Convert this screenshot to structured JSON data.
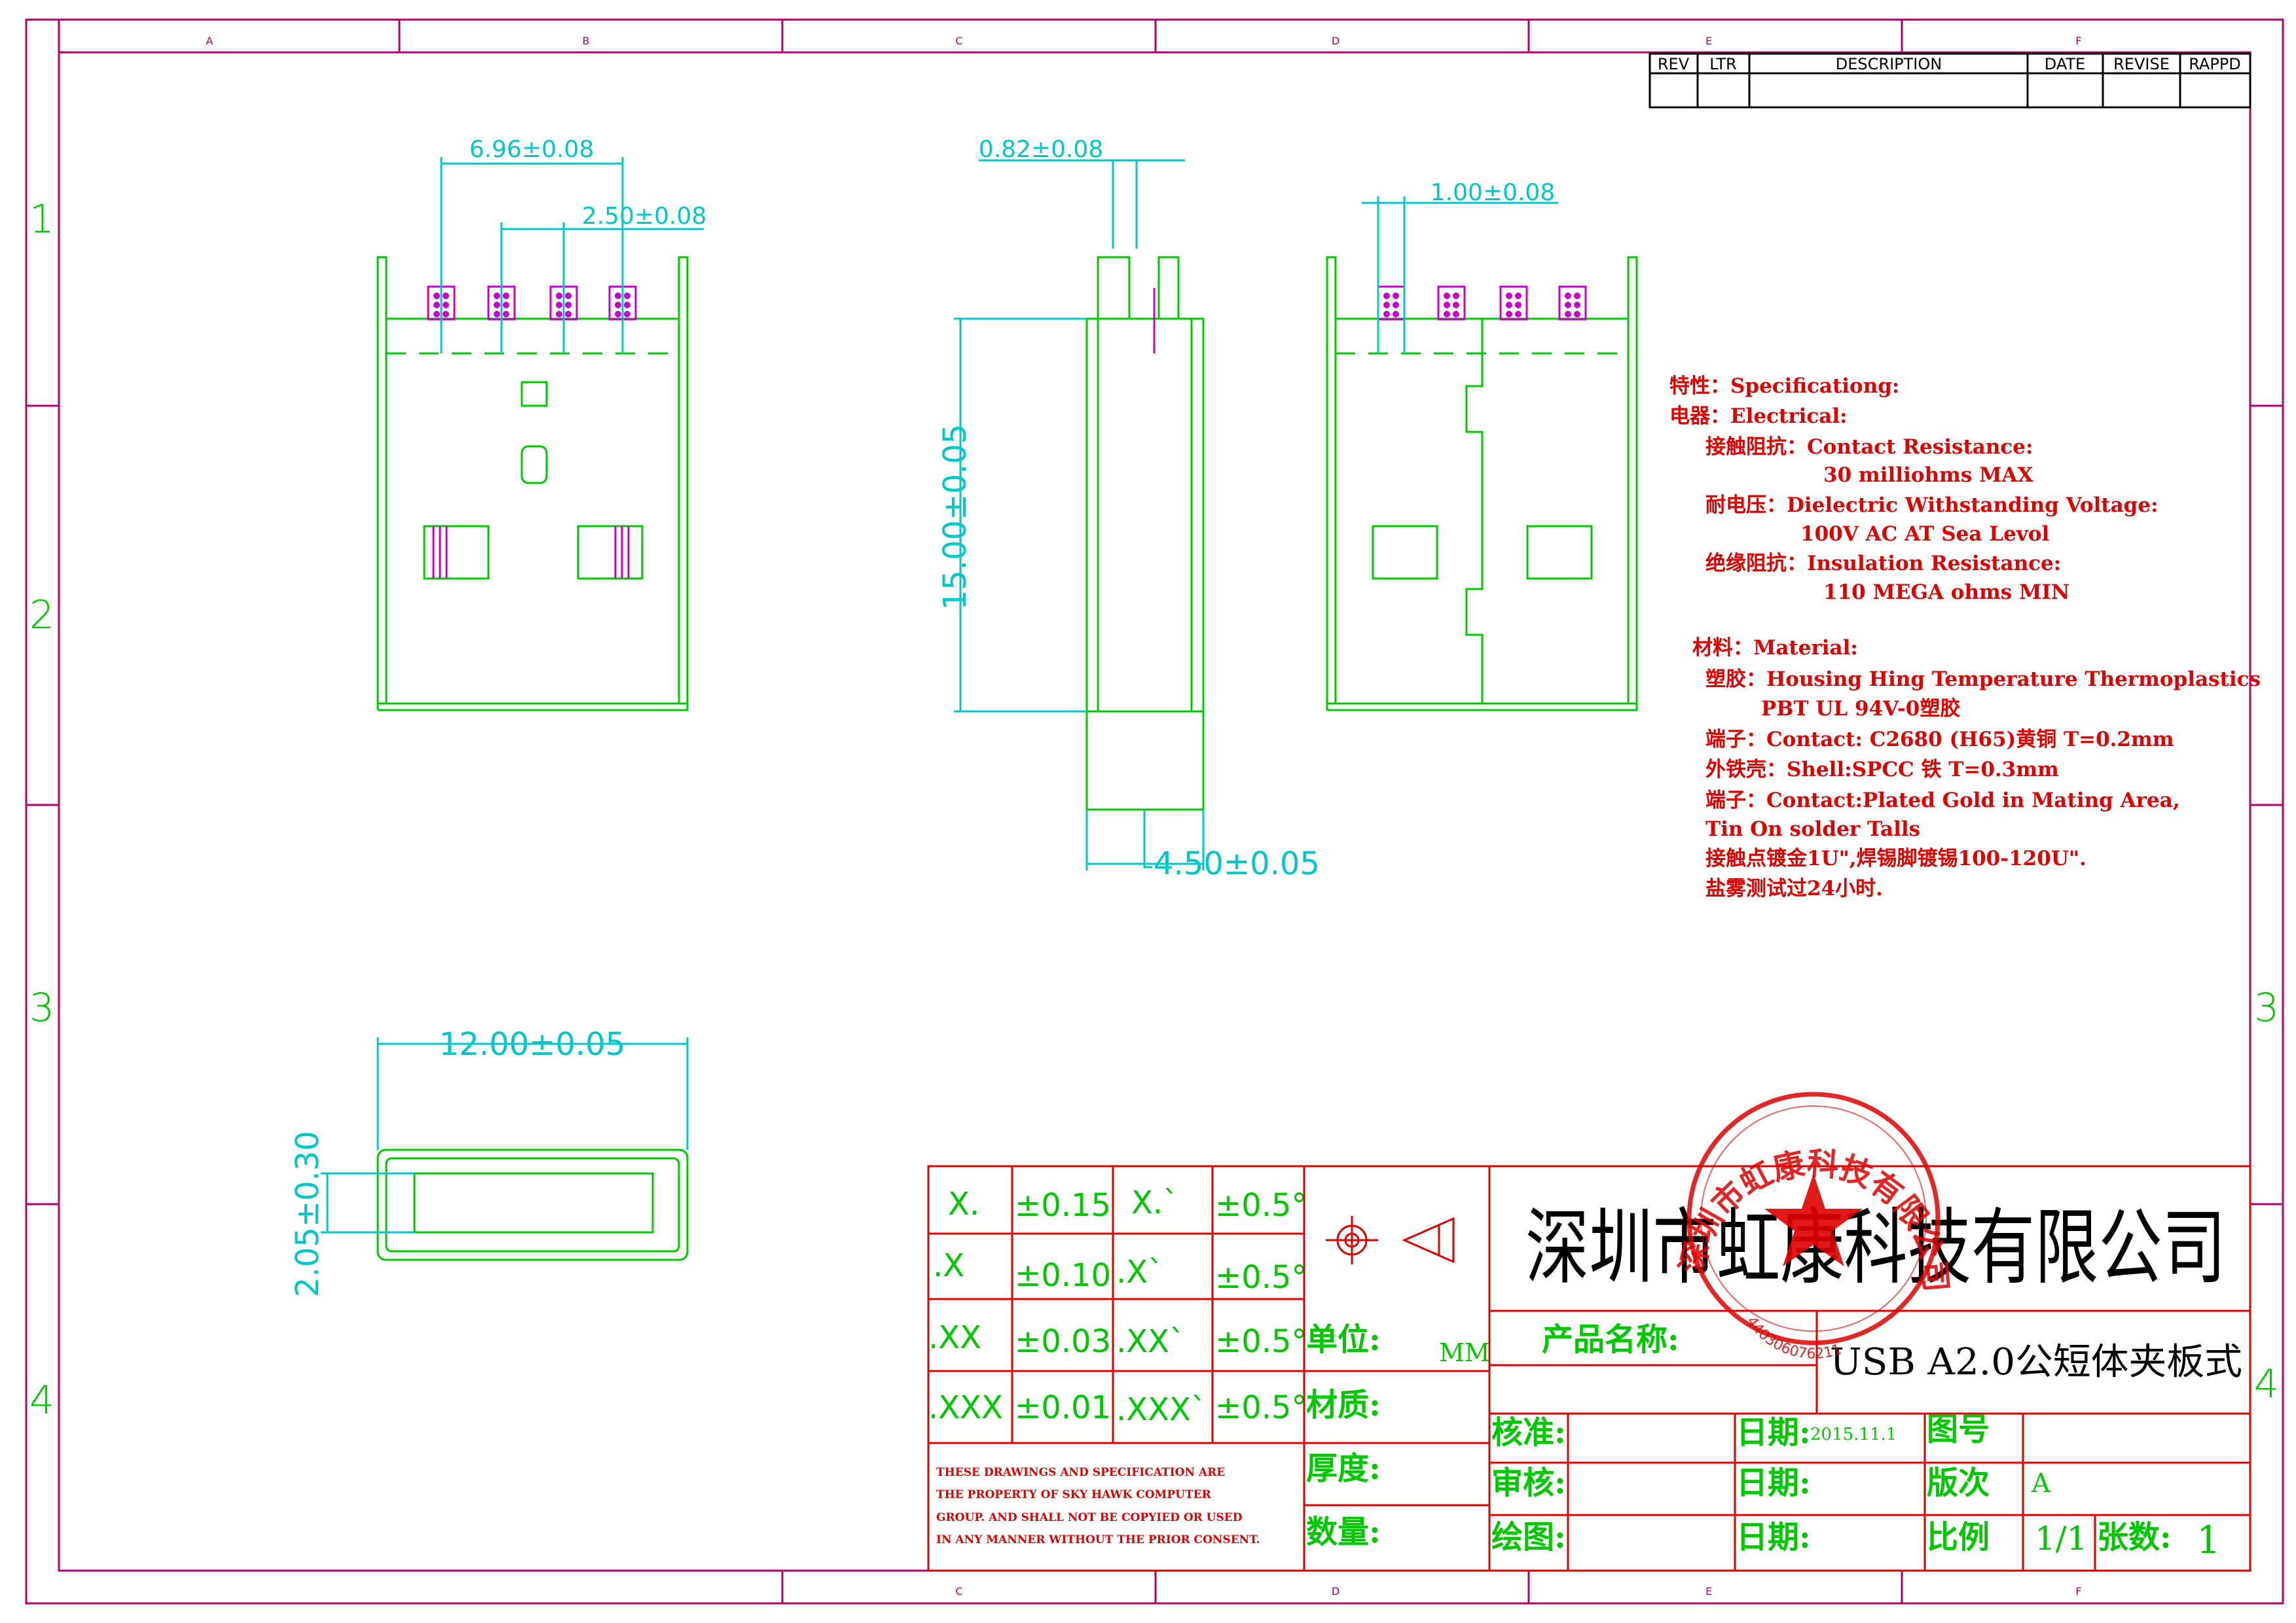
{
  "border": {
    "cols_top": [
      "A",
      "B",
      "C",
      "D",
      "E",
      "F"
    ],
    "cols_bottom": [
      "C",
      "D",
      "E",
      "F"
    ],
    "rows_left": [
      "1",
      "2",
      "3",
      "4"
    ],
    "rows_right": [
      "3",
      "4"
    ]
  },
  "revision_table": {
    "headers": [
      "REV",
      "LTR",
      "DESCRIPTION",
      "DATE",
      "REVISE",
      "RAPPD"
    ]
  },
  "dimensions": {
    "front_pitch_total": "6.96±0.08",
    "front_pitch": "2.50±0.08",
    "side_thickness": "0.82±0.08",
    "side_length": "15.00±0.05",
    "side_depth": "4.50±0.05",
    "back_pin_width": "1.00±0.08",
    "end_width": "12.00±0.05",
    "end_height": "2.05±0.30"
  },
  "spec_notes": {
    "lines": [
      "特性：Specificationg:",
      "电器：Electrical:",
      "接触阻抗：Contact Resistance:",
      "30 milliohms MAX",
      "耐电压：Dielectric Withstanding Voltage:",
      "100V AC AT Sea Levol",
      "绝缘阻抗：Insulation Resistance:",
      "110 MEGA ohms MIN",
      "材料：Material:",
      "塑胶：Housing Hing Temperature Thermoplastics",
      "PBT UL 94V-0塑胶",
      "端子：Contact: C2680 (H65)黄铜 T=0.2mm",
      "外铁壳：Shell:SPCC 铁 T=0.3mm",
      "端子：Contact:Plated Gold in Mating Area,",
      "Tin On solder Talls",
      "接触点镀金1U\",焊锡脚镀锡100-120U\".",
      "盐雾测试过24小时."
    ]
  },
  "tolerance_table": {
    "rows": [
      {
        "fmt": "X.",
        "tol": "±0.15",
        "afmt": "X.`",
        "atol": "±0.5°"
      },
      {
        "fmt": ".X",
        "tol": "±0.10",
        "afmt": ".X`",
        "atol": "±0.5°"
      },
      {
        "fmt": ".XX",
        "tol": "±0.03",
        "afmt": ".XX`",
        "atol": "±0.5°"
      },
      {
        "fmt": ".XXX",
        "tol": "±0.01",
        "afmt": ".XXX`",
        "atol": "±0.5°"
      }
    ],
    "notice": [
      "THESE DRAWINGS AND SPECIFICATION ARE",
      "THE PROPERTY OF SKY HAWK COMPUTER",
      "GROUP. AND SHALL NOT BE COPYIED OR USED",
      "IN ANY MANNER WITHOUT THE PRIOR CONSENT."
    ]
  },
  "title_block": {
    "company": "深圳市虹康科技有限公司",
    "unit_label": "单位:",
    "unit_value": "MM",
    "material_label": "材质:",
    "thickness_label": "厚度:",
    "quantity_label": "数量:",
    "product_label": "产品名称:",
    "product_name": "USB A2.0公短体夹板式",
    "check_label": "核准:",
    "review_label": "审核:",
    "draw_label": "绘图:",
    "date_label": "日期:",
    "date_value": "2015.11.1",
    "drawing_no_label": "图号",
    "version_label": "版次",
    "version_value": "A",
    "scale_label": "比例",
    "scale_value": "1/1",
    "sheets_label": "张数:",
    "sheets_value": "1"
  },
  "stamp": {
    "ring_text": "深圳市虹康科技有限公司",
    "number": "440306076211"
  },
  "colors": {
    "line_green": "#00c800",
    "dim_cyan": "#00c8c8",
    "pin_magenta": "#c800c8",
    "note_red": "#e00000",
    "border_magenta": "#b4006e",
    "table_black": "#000000"
  }
}
